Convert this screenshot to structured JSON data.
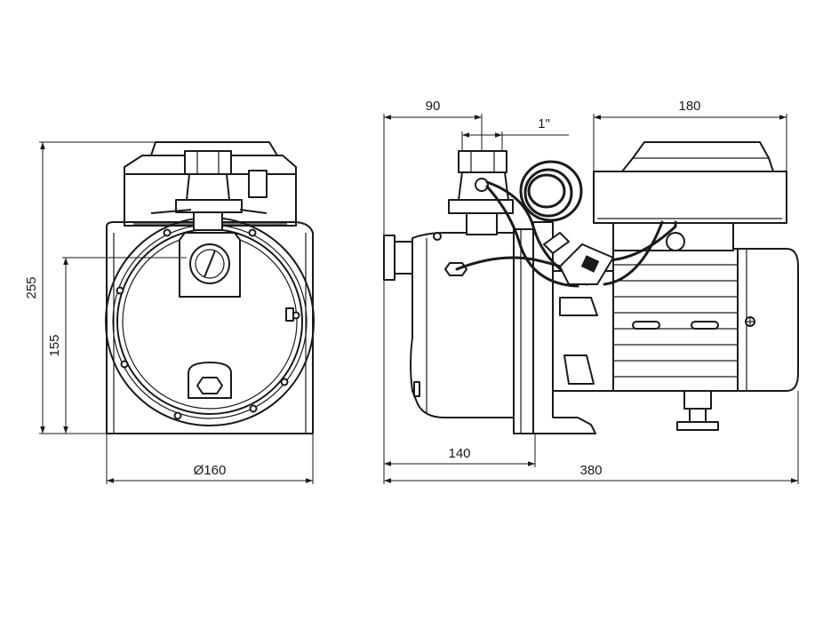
{
  "dimensions": {
    "total_height": "255",
    "shaft_height": "155",
    "diameter": "Ø160",
    "inlet_offset": "90",
    "thread_size": "1\"",
    "terminal_box_length": "180",
    "base_length": "140",
    "total_length": "380"
  }
}
